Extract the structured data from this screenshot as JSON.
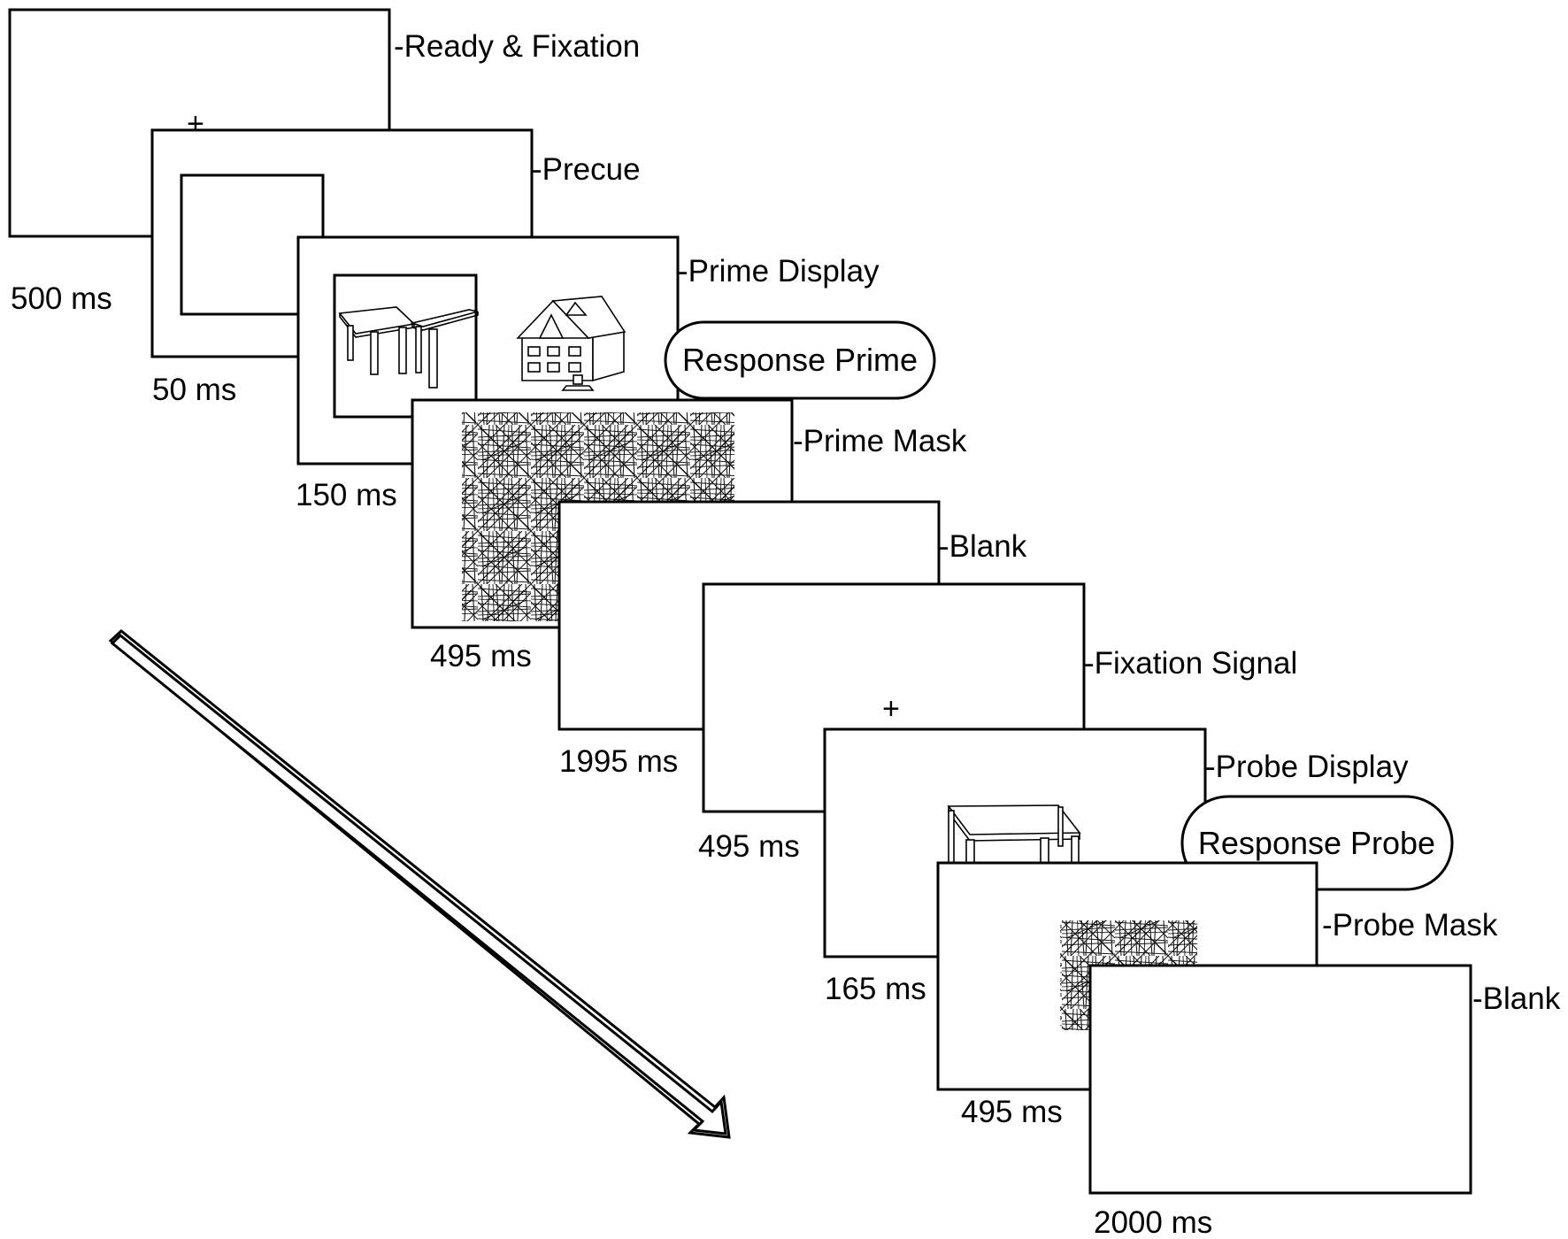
{
  "colors": {
    "stroke": "#000000",
    "background": "#ffffff",
    "mask": "#222222"
  },
  "stages": [
    {
      "label": "-Ready & Fixation",
      "duration": "500 ms",
      "symbol": "+"
    },
    {
      "label": "-Precue",
      "duration": "50 ms"
    },
    {
      "label": "-Prime Display",
      "duration": "150 ms"
    },
    {
      "label": "-Prime Mask",
      "duration": "495 ms"
    },
    {
      "label": "-Blank",
      "duration": "1995 ms"
    },
    {
      "label": "-Fixation Signal",
      "duration": "495 ms",
      "symbol": "+"
    },
    {
      "label": "-Probe Display",
      "duration": "165 ms"
    },
    {
      "label": "-Probe Mask",
      "duration": "495 ms"
    },
    {
      "label": "-Blank",
      "duration": "2000 ms"
    }
  ],
  "responses": {
    "prime": "Response Prime",
    "probe": "Response Probe"
  },
  "icons": [
    "table-icon",
    "house-icon",
    "mask-noise",
    "arrow-icon"
  ]
}
